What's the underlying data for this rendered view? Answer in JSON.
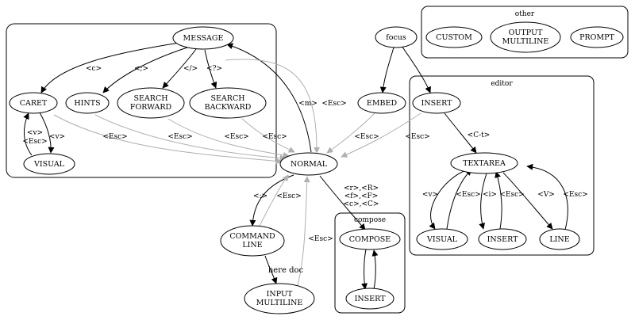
{
  "clusters": {
    "other": {
      "label": "other"
    },
    "editor": {
      "label": "editor"
    },
    "compose": {
      "label": "compose"
    },
    "main": {
      "label": ""
    }
  },
  "nodes": {
    "message": {
      "lines": [
        "MESSAGE"
      ]
    },
    "caret": {
      "lines": [
        "CARET"
      ]
    },
    "hints": {
      "lines": [
        "HINTS"
      ]
    },
    "search_forward": {
      "lines": [
        "SEARCH",
        "FORWARD"
      ]
    },
    "search_backward": {
      "lines": [
        "SEARCH",
        "BACKWARD"
      ]
    },
    "visual_main": {
      "lines": [
        "VISUAL"
      ]
    },
    "normal": {
      "lines": [
        "NORMAL"
      ]
    },
    "command_line": {
      "lines": [
        "COMMAND",
        "LINE"
      ]
    },
    "input_multiline": {
      "lines": [
        "INPUT",
        "MULTILINE"
      ]
    },
    "focus": {
      "lines": [
        "focus"
      ]
    },
    "embed": {
      "lines": [
        "EMBED"
      ]
    },
    "insert_top": {
      "lines": [
        "INSERT"
      ]
    },
    "textarea": {
      "lines": [
        "TEXTAREA"
      ]
    },
    "visual_editor": {
      "lines": [
        "VISUAL"
      ]
    },
    "insert_editor": {
      "lines": [
        "INSERT"
      ]
    },
    "line": {
      "lines": [
        "LINE"
      ]
    },
    "compose": {
      "lines": [
        "COMPOSE"
      ]
    },
    "insert_compose": {
      "lines": [
        "INSERT"
      ]
    },
    "custom": {
      "lines": [
        "CUSTOM"
      ]
    },
    "output_multiline": {
      "lines": [
        "OUTPUT",
        "MULTILINE"
      ]
    },
    "prompt": {
      "lines": [
        "PROMPT"
      ]
    }
  },
  "edges": {
    "message_caret": "<c>",
    "message_hints": "<;>",
    "message_search_forward": "</>",
    "message_search_backward": "<?>",
    "caret_visual": "<v>",
    "visual_caret": "<v> <Esc>",
    "normal_message": "<m>",
    "message_normal": "<Esc>",
    "caret_normal": "<Esc>",
    "hints_normal": "<Esc>",
    "search_forward_normal": "<Esc>",
    "search_backward_normal": "<Esc>",
    "embed_normal": "<Esc>",
    "insert_normal": "<Esc>",
    "normal_command_line": "<:>",
    "command_line_normal": "<Esc>",
    "command_line_input_multiline": "here doc",
    "input_multiline_normal": "<Esc>",
    "normal_compose": "<r>,<R> <f>,<F> <c>,<C>",
    "focus_embed": "",
    "focus_insert": "",
    "insert_textarea": "<C-t>",
    "textarea_visual": "<v>",
    "visual_textarea": "<Esc>",
    "textarea_insert": "<i>",
    "insert_textarea_back": "<Esc>",
    "textarea_line": "<V>",
    "line_textarea": "<Esc>",
    "compose_insert": "",
    "insert_compose_back": ""
  },
  "colors": {
    "stroke": "#000000",
    "escape_edge": "#b0b0b0",
    "background": "#ffffff"
  }
}
